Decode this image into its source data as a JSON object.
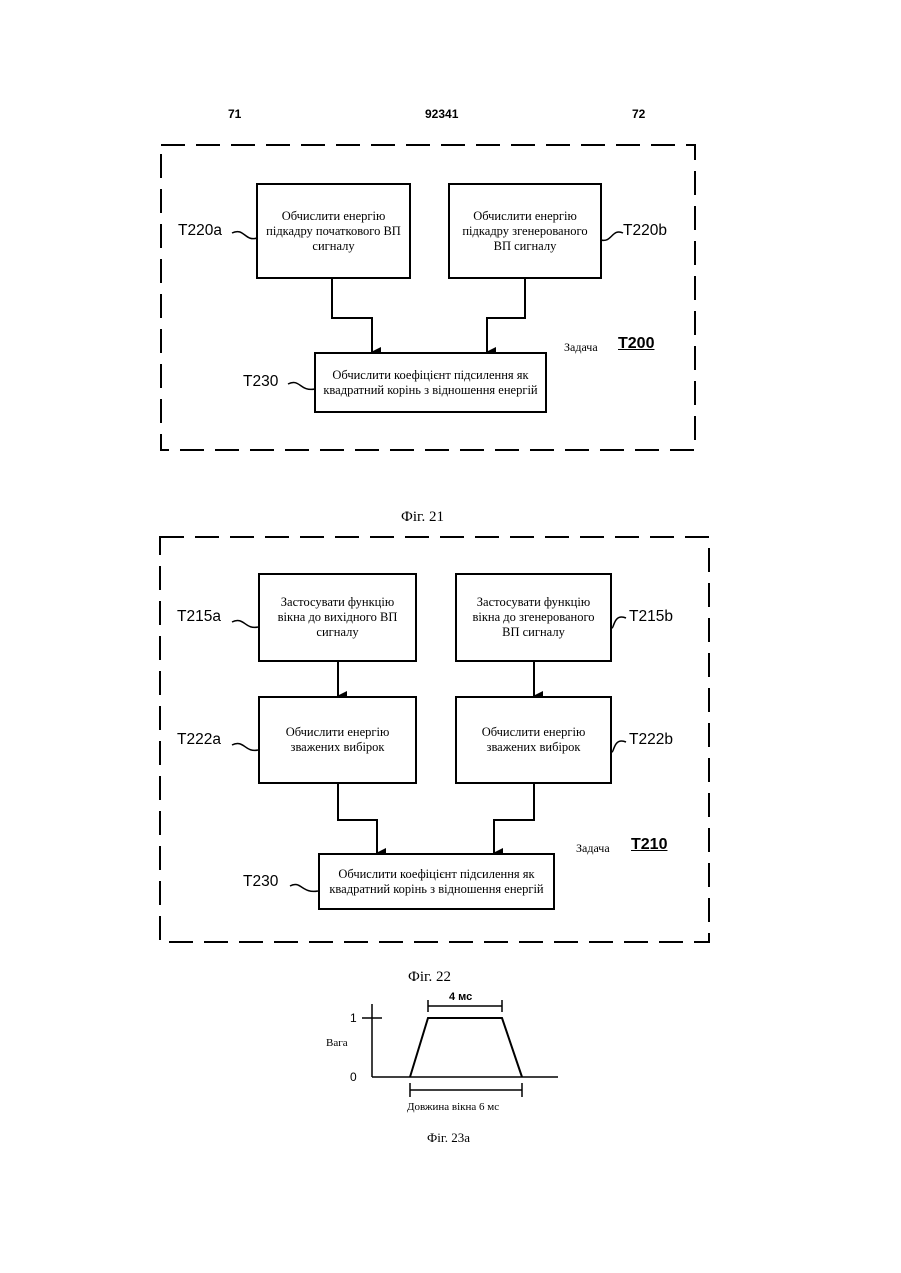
{
  "header": {
    "left_page": "71",
    "doc_number": "92341",
    "right_page": "72"
  },
  "fig21": {
    "box_a": "Обчислити енергію підкадру початкового ВП сигналу",
    "box_b": "Обчислити енергію підкадру згенерованого ВП сигналу",
    "box_c": "Обчислити коефіцієнт підсилення як квадратний корінь з відношення енергій",
    "label_a": "T220a",
    "label_b": "T220b",
    "label_c": "T230",
    "task_word": "Задача",
    "task_id": "T200",
    "caption": "Фіг. 21"
  },
  "fig22": {
    "box_a1": "Застосувати функцію вікна до вихідного ВП сигналу",
    "box_b1": "Застосувати функцію вікна до згенерованого ВП сигналу",
    "box_a2": "Обчислити енергію зважених вибірок",
    "box_b2": "Обчислити енергію зважених вибірок",
    "box_c": "Обчислити коефіцієнт підсилення як квадратний корінь з відношення енергій",
    "label_a1": "T215a",
    "label_b1": "T215b",
    "label_a2": "T222a",
    "label_b2": "T222b",
    "label_c": "T230",
    "task_word": "Задача",
    "task_id": "T210",
    "caption": "Фіг. 22"
  },
  "fig23a": {
    "top_dimension": "4 мс",
    "y_label": "Вага",
    "y_tick_1": "1",
    "y_tick_0": "0",
    "bottom_dimension": "Довжина вікна 6 мс",
    "caption": "Фіг. 23а"
  }
}
